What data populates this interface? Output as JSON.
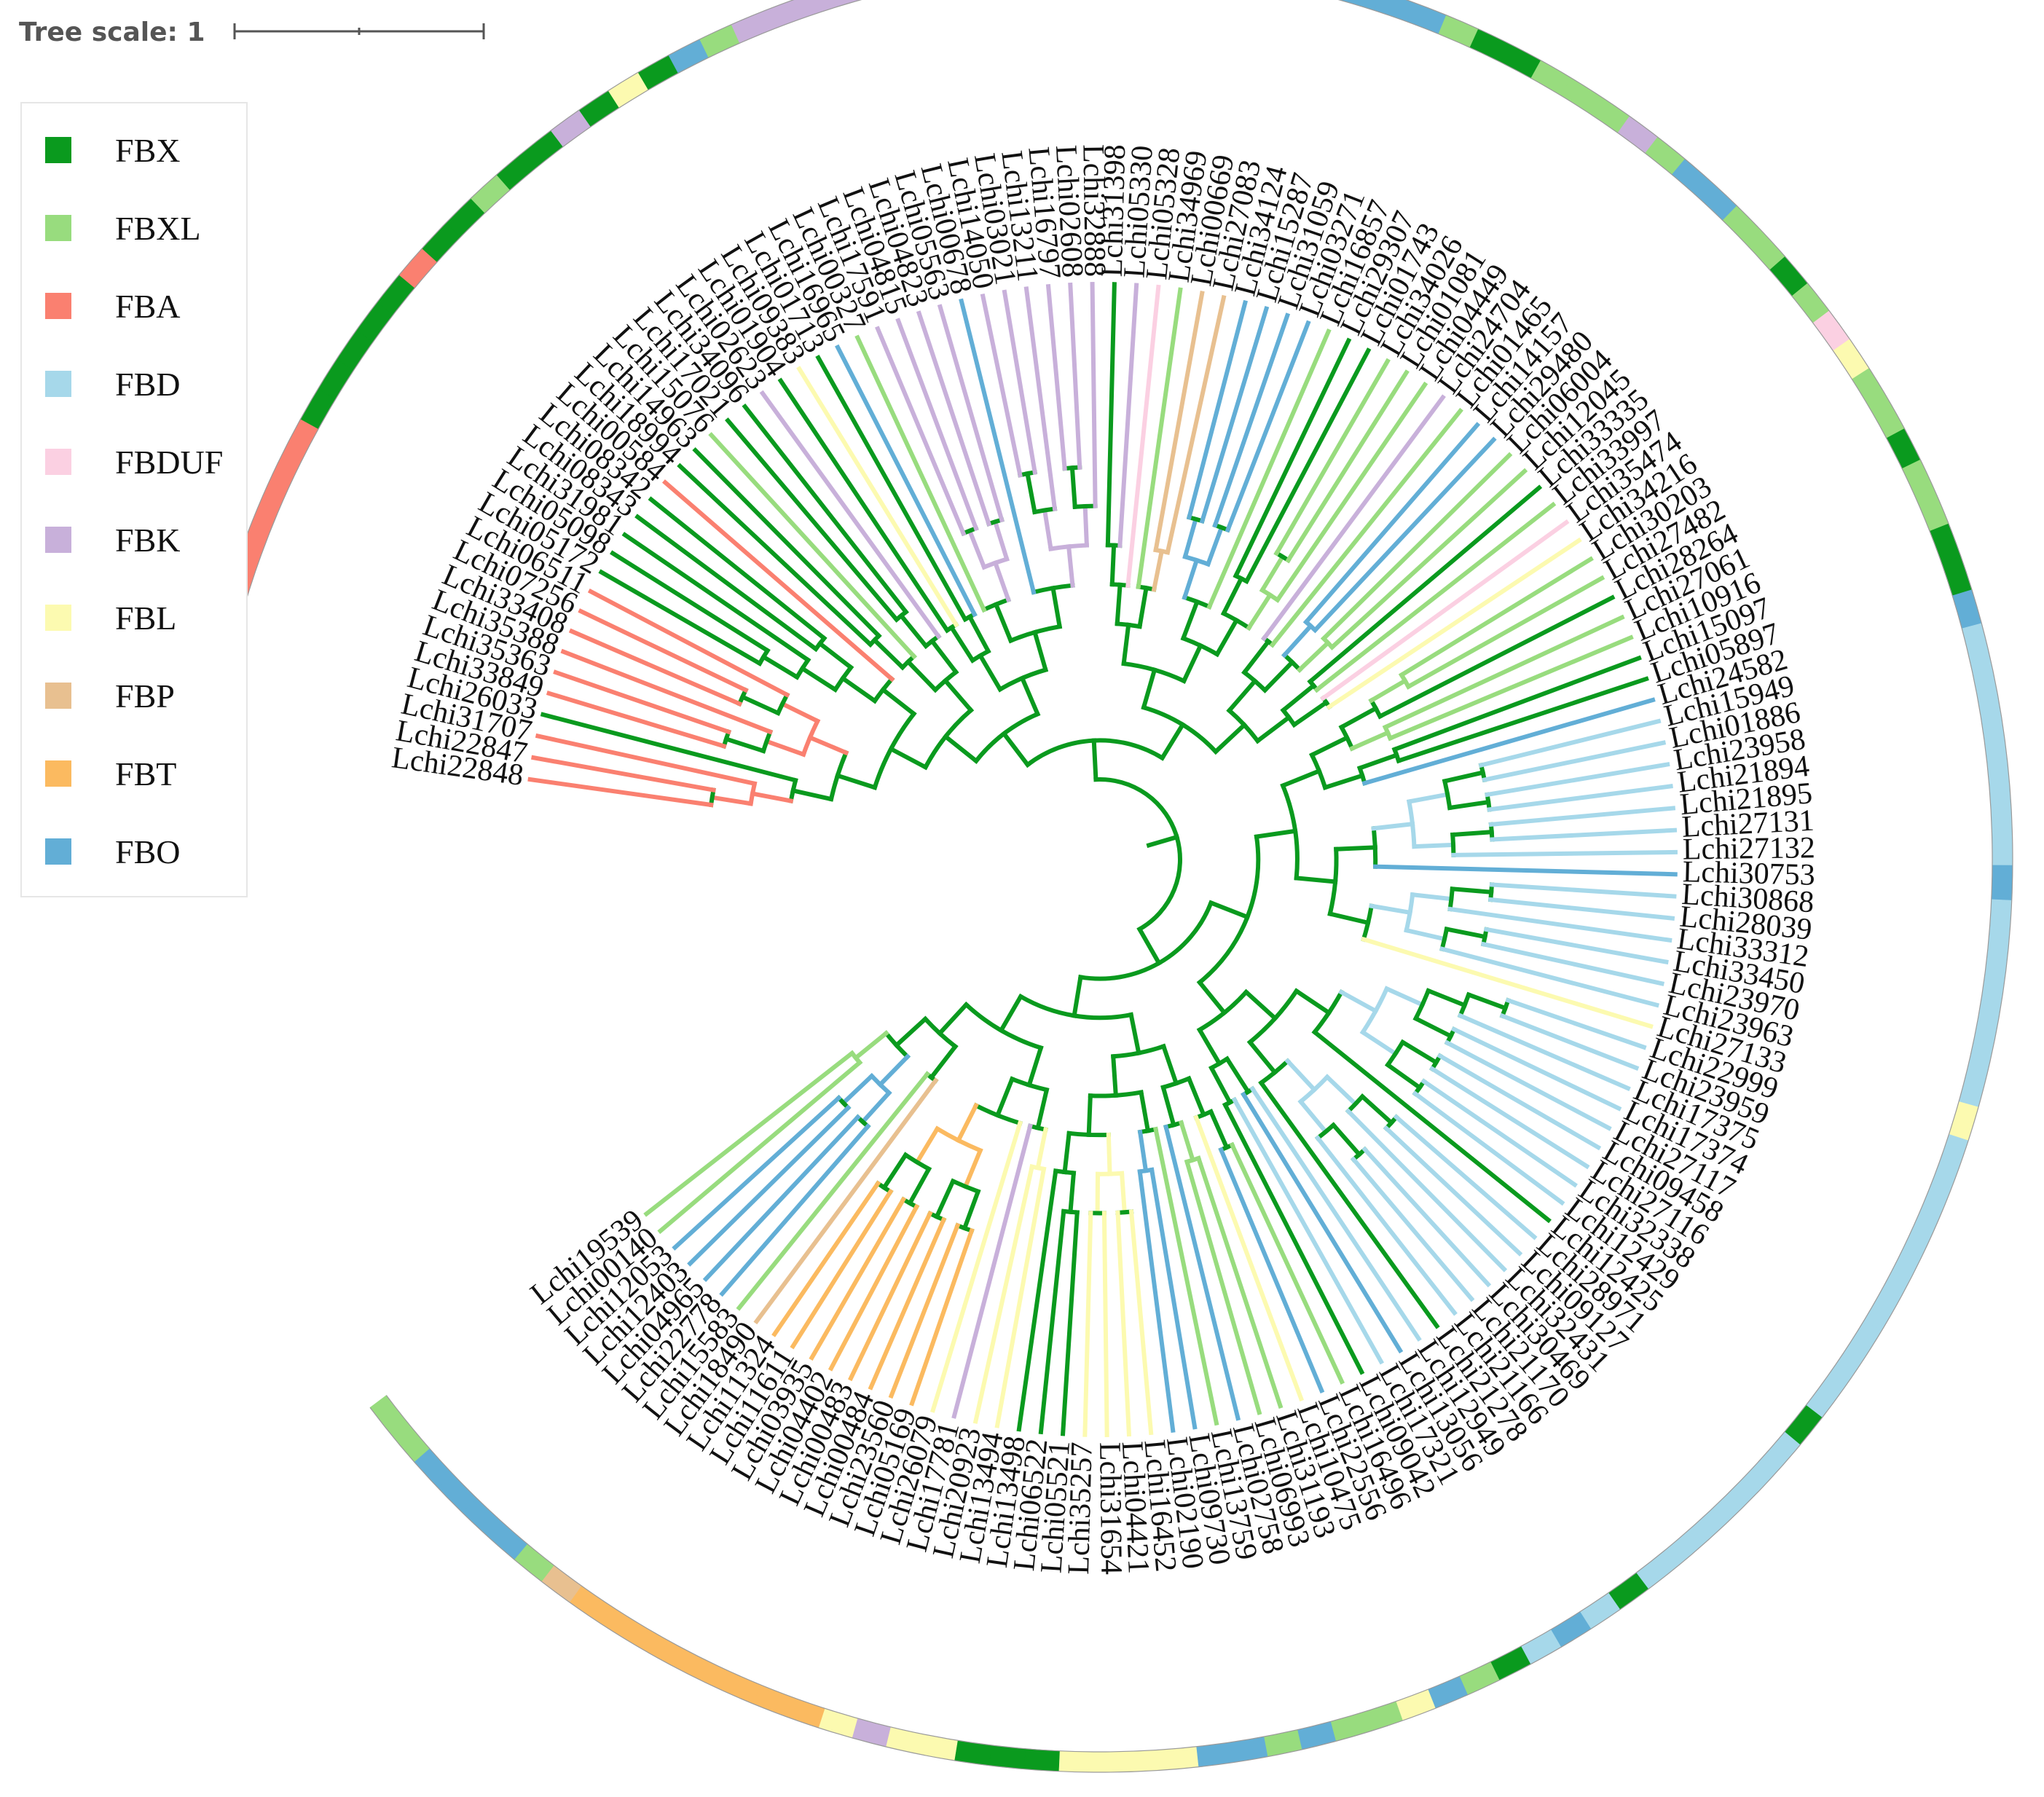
{
  "tree_scale": {
    "label": "Tree scale: 1"
  },
  "legend": [
    {
      "key": "FBX",
      "label": "FBX",
      "color": "#0a9a1e"
    },
    {
      "key": "FBXL",
      "label": "FBXL",
      "color": "#98dc7e"
    },
    {
      "key": "FBA",
      "label": "FBA",
      "color": "#fa8070"
    },
    {
      "key": "FBD",
      "label": "FBD",
      "color": "#a6d8ea"
    },
    {
      "key": "FBDUF",
      "label": "FBDUF",
      "color": "#fbd0e2"
    },
    {
      "key": "FBK",
      "label": "FBK",
      "color": "#c8b0da"
    },
    {
      "key": "FBL",
      "label": "FBL",
      "color": "#fcfab0"
    },
    {
      "key": "FBP",
      "label": "FBP",
      "color": "#e8c090"
    },
    {
      "key": "FBT",
      "label": "FBT",
      "color": "#fbba60"
    },
    {
      "key": "FBO",
      "label": "FBO",
      "color": "#62aed6"
    }
  ],
  "leaves": [
    {
      "name": "Lchi22848",
      "family": "FBA"
    },
    {
      "name": "Lchi22847",
      "family": "FBA"
    },
    {
      "name": "Lchi31707",
      "family": "FBA"
    },
    {
      "name": "Lchi26033",
      "family": "FBX"
    },
    {
      "name": "Lchi33849",
      "family": "FBA"
    },
    {
      "name": "Lchi35363",
      "family": "FBA"
    },
    {
      "name": "Lchi35388",
      "family": "FBA"
    },
    {
      "name": "Lchi33408",
      "family": "FBA"
    },
    {
      "name": "Lchi07256",
      "family": "FBA"
    },
    {
      "name": "Lchi06511",
      "family": "FBA"
    },
    {
      "name": "Lchi05172",
      "family": "FBX"
    },
    {
      "name": "Lchi05098",
      "family": "FBX"
    },
    {
      "name": "Lchi31981",
      "family": "FBX"
    },
    {
      "name": "Lchi08343",
      "family": "FBX"
    },
    {
      "name": "Lchi08342",
      "family": "FBX"
    },
    {
      "name": "Lchi00584",
      "family": "FBA"
    },
    {
      "name": "Lchi18994",
      "family": "FBX"
    },
    {
      "name": "Lchi14963",
      "family": "FBX"
    },
    {
      "name": "Lchi15076",
      "family": "FBXL"
    },
    {
      "name": "Lchi17021",
      "family": "FBX"
    },
    {
      "name": "Lchi34096",
      "family": "FBX"
    },
    {
      "name": "Lchi02623",
      "family": "FBK"
    },
    {
      "name": "Lchi01904",
      "family": "FBX"
    },
    {
      "name": "Lchi09383",
      "family": "FBL"
    },
    {
      "name": "Lchi01713",
      "family": "FBX"
    },
    {
      "name": "Lchi16965",
      "family": "FBO"
    },
    {
      "name": "Lchi00327",
      "family": "FBXL"
    },
    {
      "name": "Lchi17591",
      "family": "FBK"
    },
    {
      "name": "Lchi04815",
      "family": "FBK"
    },
    {
      "name": "Lchi04823",
      "family": "FBK"
    },
    {
      "name": "Lchi05563",
      "family": "FBK"
    },
    {
      "name": "Lchi00678",
      "family": "FBO"
    },
    {
      "name": "Lchi14050",
      "family": "FBK"
    },
    {
      "name": "Lchi03021",
      "family": "FBK"
    },
    {
      "name": "Lchi13211",
      "family": "FBK"
    },
    {
      "name": "Lchi16797",
      "family": "FBK"
    },
    {
      "name": "Lchi02608",
      "family": "FBK"
    },
    {
      "name": "Lchi32888",
      "family": "FBK"
    },
    {
      "name": "Lchi31398",
      "family": "FBX"
    },
    {
      "name": "Lchi05330",
      "family": "FBK"
    },
    {
      "name": "Lchi05328",
      "family": "FBDUF"
    },
    {
      "name": "Lchi34969",
      "family": "FBXL"
    },
    {
      "name": "Lchi00669",
      "family": "FBP"
    },
    {
      "name": "Lchi27083",
      "family": "FBP"
    },
    {
      "name": "Lchi34124",
      "family": "FBO"
    },
    {
      "name": "Lchi15287",
      "family": "FBO"
    },
    {
      "name": "Lchi31059",
      "family": "FBO"
    },
    {
      "name": "Lchi03271",
      "family": "FBO"
    },
    {
      "name": "Lchi16857",
      "family": "FBXL"
    },
    {
      "name": "Lchi29307",
      "family": "FBX"
    },
    {
      "name": "Lchi01743",
      "family": "FBX"
    },
    {
      "name": "Lchi34026",
      "family": "FBXL"
    },
    {
      "name": "Lchi01081",
      "family": "FBXL"
    },
    {
      "name": "Lchi04449",
      "family": "FBXL"
    },
    {
      "name": "Lchi24704",
      "family": "FBK"
    },
    {
      "name": "Lchi01465",
      "family": "FBXL"
    },
    {
      "name": "Lchi14157",
      "family": "FBO"
    },
    {
      "name": "Lchi29480",
      "family": "FBO"
    },
    {
      "name": "Lchi06004",
      "family": "FBXL"
    },
    {
      "name": "Lchi12045",
      "family": "FBXL"
    },
    {
      "name": "Lchi33335",
      "family": "FBX"
    },
    {
      "name": "Lchi33997",
      "family": "FBXL"
    },
    {
      "name": "Lchi35474",
      "family": "FBDUF"
    },
    {
      "name": "Lchi34216",
      "family": "FBL"
    },
    {
      "name": "Lchi30203",
      "family": "FBXL"
    },
    {
      "name": "Lchi27482",
      "family": "FBXL"
    },
    {
      "name": "Lchi28264",
      "family": "FBX"
    },
    {
      "name": "Lchi27061",
      "family": "FBXL"
    },
    {
      "name": "Lchi10916",
      "family": "FBXL"
    },
    {
      "name": "Lchi15097",
      "family": "FBX"
    },
    {
      "name": "Lchi05897",
      "family": "FBX"
    },
    {
      "name": "Lchi24582",
      "family": "FBO"
    },
    {
      "name": "Lchi15949",
      "family": "FBD"
    },
    {
      "name": "Lchi01886",
      "family": "FBD"
    },
    {
      "name": "Lchi23958",
      "family": "FBD"
    },
    {
      "name": "Lchi21894",
      "family": "FBD"
    },
    {
      "name": "Lchi21895",
      "family": "FBD"
    },
    {
      "name": "Lchi27131",
      "family": "FBD"
    },
    {
      "name": "Lchi27132",
      "family": "FBD"
    },
    {
      "name": "Lchi30753",
      "family": "FBO"
    },
    {
      "name": "Lchi30868",
      "family": "FBD"
    },
    {
      "name": "Lchi28039",
      "family": "FBD"
    },
    {
      "name": "Lchi33312",
      "family": "FBD"
    },
    {
      "name": "Lchi33450",
      "family": "FBD"
    },
    {
      "name": "Lchi23970",
      "family": "FBD"
    },
    {
      "name": "Lchi23963",
      "family": "FBD"
    },
    {
      "name": "Lchi27133",
      "family": "FBL"
    },
    {
      "name": "Lchi22999",
      "family": "FBD"
    },
    {
      "name": "Lchi23959",
      "family": "FBD"
    },
    {
      "name": "Lchi17375",
      "family": "FBD"
    },
    {
      "name": "Lchi17374",
      "family": "FBD"
    },
    {
      "name": "Lchi27117",
      "family": "FBD"
    },
    {
      "name": "Lchi09458",
      "family": "FBD"
    },
    {
      "name": "Lchi27116",
      "family": "FBD"
    },
    {
      "name": "Lchi32338",
      "family": "FBD"
    },
    {
      "name": "Lchi12429",
      "family": "FBD"
    },
    {
      "name": "Lchi12425",
      "family": "FBX"
    },
    {
      "name": "Lchi28971",
      "family": "FBD"
    },
    {
      "name": "Lchi09127",
      "family": "FBD"
    },
    {
      "name": "Lchi32431",
      "family": "FBD"
    },
    {
      "name": "Lchi30469",
      "family": "FBD"
    },
    {
      "name": "Lchi21170",
      "family": "FBD"
    },
    {
      "name": "Lchi21166",
      "family": "FBD"
    },
    {
      "name": "Lchi21278",
      "family": "FBX"
    },
    {
      "name": "Lchi12949",
      "family": "FBD"
    },
    {
      "name": "Lchi13056",
      "family": "FBO"
    },
    {
      "name": "Lchi17321",
      "family": "FBD"
    },
    {
      "name": "Lchi09042",
      "family": "FBX"
    },
    {
      "name": "Lchi16496",
      "family": "FBXL"
    },
    {
      "name": "Lchi22556",
      "family": "FBO"
    },
    {
      "name": "Lchi10475",
      "family": "FBL"
    },
    {
      "name": "Lchi31193",
      "family": "FBXL"
    },
    {
      "name": "Lchi06993",
      "family": "FBXL"
    },
    {
      "name": "Lchi02758",
      "family": "FBO"
    },
    {
      "name": "Lchi13759",
      "family": "FBXL"
    },
    {
      "name": "Lchi09730",
      "family": "FBO"
    },
    {
      "name": "Lchi02190",
      "family": "FBO"
    },
    {
      "name": "Lchi16452",
      "family": "FBL"
    },
    {
      "name": "Lchi04421",
      "family": "FBL"
    },
    {
      "name": "Lchi31654",
      "family": "FBL"
    },
    {
      "name": "Lchi35257",
      "family": "FBL"
    },
    {
      "name": "Lchi05521",
      "family": "FBX"
    },
    {
      "name": "Lchi06522",
      "family": "FBX"
    },
    {
      "name": "Lchi13498",
      "family": "FBX"
    },
    {
      "name": "Lchi13494",
      "family": "FBL"
    },
    {
      "name": "Lchi20923",
      "family": "FBL"
    },
    {
      "name": "Lchi17781",
      "family": "FBK"
    },
    {
      "name": "Lchi26079",
      "family": "FBL"
    },
    {
      "name": "Lchi05169",
      "family": "FBT"
    },
    {
      "name": "Lchi23560",
      "family": "FBT"
    },
    {
      "name": "Lchi00484",
      "family": "FBT"
    },
    {
      "name": "Lchi00483",
      "family": "FBT"
    },
    {
      "name": "Lchi04402",
      "family": "FBT"
    },
    {
      "name": "Lchi03935",
      "family": "FBT"
    },
    {
      "name": "Lchi11611",
      "family": "FBT"
    },
    {
      "name": "Lchi11324",
      "family": "FBT"
    },
    {
      "name": "Lchi18490",
      "family": "FBP"
    },
    {
      "name": "Lchi15583",
      "family": "FBXL"
    },
    {
      "name": "Lchi22778",
      "family": "FBO"
    },
    {
      "name": "Lchi04965",
      "family": "FBO"
    },
    {
      "name": "Lchi12403",
      "family": "FBO"
    },
    {
      "name": "Lchi12053",
      "family": "FBO"
    },
    {
      "name": "Lchi00140",
      "family": "FBXL"
    },
    {
      "name": "Lchi19539",
      "family": "FBXL"
    }
  ]
}
